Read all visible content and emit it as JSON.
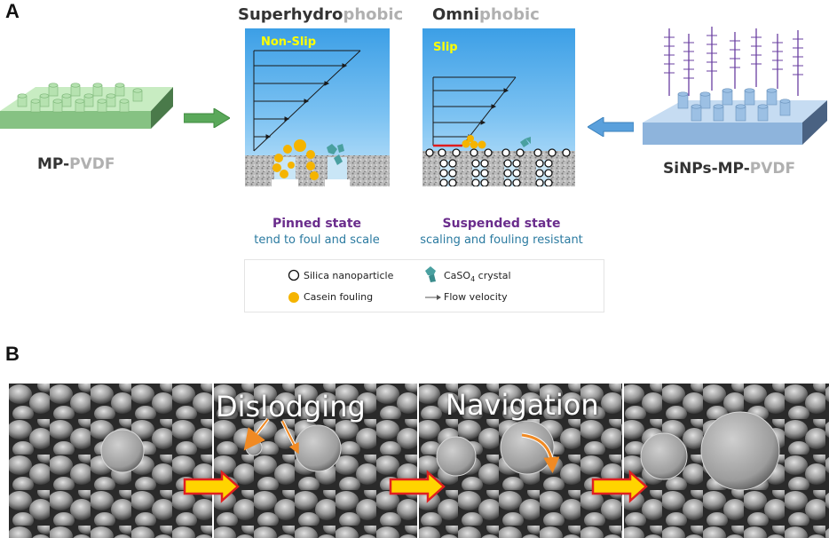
{
  "panel_a": {
    "letter": "A",
    "left_label": {
      "bold": "MP-",
      "grey": "PVDF"
    },
    "right_label": {
      "bold": "SiNPs-MP-",
      "grey": "PVDF"
    },
    "left_box": {
      "title_bold": "Superhydro",
      "title_grey": "phobic",
      "flow_label": "Non-Slip",
      "state_title": "Pinned state",
      "state_sub": "tend to foul and scale"
    },
    "right_box": {
      "title_bold": "Omni",
      "title_grey": "phobic",
      "flow_label": "Slip",
      "state_title": "Suspended state",
      "state_sub": "scaling and fouling resistant"
    },
    "legend": {
      "silica": "Silica nanoparticle",
      "crystal_main": "CaSO",
      "crystal_sub": "4",
      "crystal_tail": " crystal",
      "casein": "Casein fouling",
      "flow": "Flow velocity"
    },
    "colors": {
      "membrane_green": "#a8d8a4",
      "membrane_blue": "#a4c4e4",
      "arrow_green": "#5aa85a",
      "arrow_blue": "#5aa0dc",
      "fouling_orange": "#f5b400",
      "state_purple": "#6a2c8c",
      "sub_blue": "#2a7aa0",
      "flow_label_yellow": "#ffff00",
      "slip_red": "#e01c1c"
    }
  },
  "panel_b": {
    "letter": "B",
    "labels": {
      "dislodging": "Dislodging",
      "navigation": "Navigation"
    }
  }
}
